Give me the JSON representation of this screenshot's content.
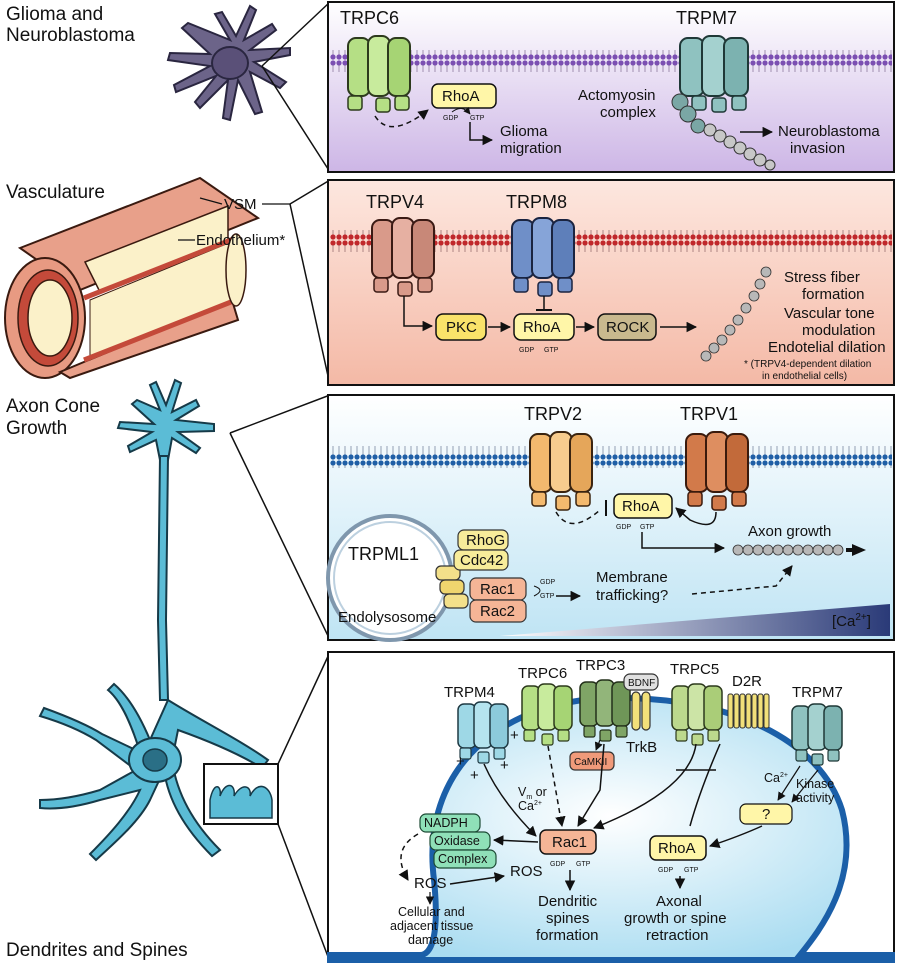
{
  "sections": {
    "glioma": {
      "title_line1": "Glioma and",
      "title_line2": "Neuroblastoma",
      "channel_left": "TRPC6",
      "channel_right": "TRPM7",
      "rhoa": "RhoA",
      "gdp": "GDP",
      "gtp": "GTP",
      "outcome_left_1": "Glioma",
      "outcome_left_2": "migration",
      "actomyosin_1": "Actomyosin",
      "actomyosin_2": "complex",
      "outcome_right_1": "Neuroblastoma",
      "outcome_right_2": "invasion",
      "colors": {
        "panel_bg": "#d8c5ea",
        "trpc6": "#b5df85",
        "trpm7": "#8fc2c0",
        "cell": "#6c6489"
      }
    },
    "vasculature": {
      "title": "Vasculature",
      "vsm": "VSM",
      "endothelium": "Endothelium*",
      "channel_left": "TRPV4",
      "channel_right": "TRPM8",
      "pkc": "PKC",
      "rhoa": "RhoA",
      "rock": "ROCK",
      "gdp": "GDP",
      "gtp": "GTP",
      "outcome_1": "Stress fiber",
      "outcome_2": "formation",
      "outcome_3": "Vascular tone",
      "outcome_4": "modulation",
      "outcome_5": "Endotelial dilation",
      "footnote_1": "* (TRPV4-dependent dilation",
      "footnote_2": "in endothelial cells)",
      "colors": {
        "panel_bg": "#f7cfc0",
        "trpv4": "#d99a8a",
        "trpm8": "#6f8fc8",
        "membrane": "#b91c1c"
      }
    },
    "axon": {
      "title_line1": "Axon Cone",
      "title_line2": "Growth",
      "channel_left": "TRPV2",
      "channel_right": "TRPV1",
      "rhoa": "RhoA",
      "gdp": "GDP",
      "gtp": "GTP",
      "trpml1": "TRPML1",
      "endolysosome": "Endolysosome",
      "rhog": "RhoG",
      "cdc42": "Cdc42",
      "rac1": "Rac1",
      "rac2": "Rac2",
      "membrane_1": "Membrane",
      "membrane_2": "trafficking?",
      "axon_growth": "Axon growth",
      "ca_label": "[Ca",
      "ca_sup": "2+",
      "ca_close": "]",
      "colors": {
        "panel_bg": "#d6eef8",
        "trpv2": "#f3b96e",
        "trpv1": "#d27a4a",
        "neuron": "#5bbcd6"
      }
    },
    "dendrites": {
      "title": "Dendrites and Spines",
      "trpm4": "TRPM4",
      "trpc6": "TRPC6",
      "trpc3": "TRPC3",
      "bdnf": "BDNF",
      "trkb": "TrkB",
      "trpc5": "TRPC5",
      "d2r": "D2R",
      "trpm7": "TRPM7",
      "camkii": "CaMKII",
      "vm": "V",
      "vm_sub": "m",
      "or": "or",
      "ca": "Ca",
      "ca_sup": "2+",
      "kinase_1": "Kinase",
      "kinase_2": "activity",
      "question": "?",
      "rac1": "Rac1",
      "rhoa": "RhoA",
      "gdp": "GDP",
      "gtp": "GTP",
      "nadph_1": "NADPH",
      "nadph_2": "Oxidase",
      "nadph_3": "Complex",
      "ros": "ROS",
      "damage_1": "Cellular and",
      "damage_2": "adjacent tissue",
      "damage_3": "damage",
      "spines_1": "Dendritic",
      "spines_2": "spines",
      "spines_3": "formation",
      "axonal_1": "Axonal",
      "axonal_2": "growth or spine",
      "axonal_3": "retraction",
      "plus": "+",
      "colors": {
        "panel_bg": "#d3ecf7",
        "membrane": "#1b5fa8",
        "nadph": "#8fe0b8"
      }
    }
  }
}
